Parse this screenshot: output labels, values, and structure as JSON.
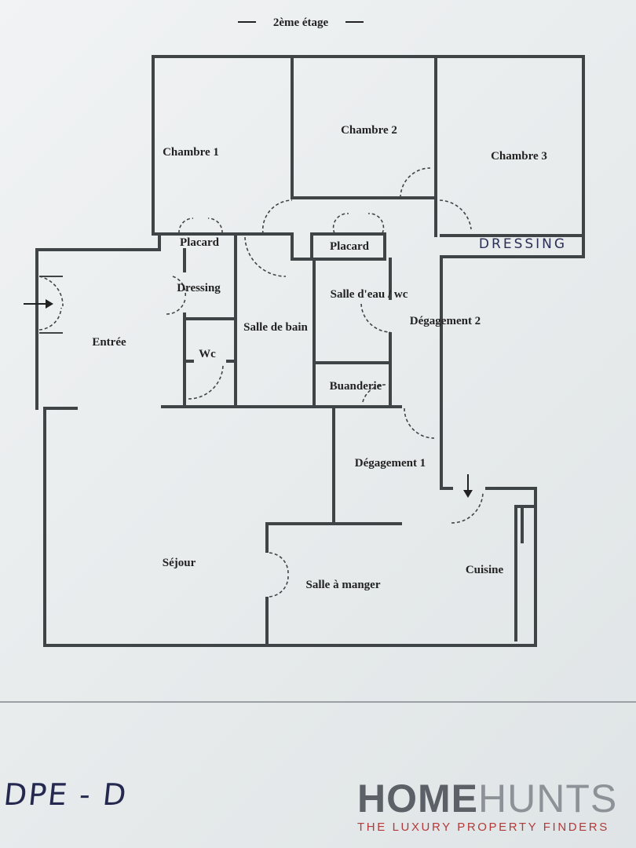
{
  "plan": {
    "floor_title": "2ème étage",
    "rooms": {
      "chambre1": "Chambre 1",
      "chambre2": "Chambre 2",
      "chambre3": "Chambre 3",
      "dressing_hand": "DRESSING",
      "placard_left": "Placard",
      "placard_right": "Placard",
      "dressing": "Dressing",
      "salle_eau": "Salle d'eau / wc",
      "degagement2": "Dégagement 2",
      "entree": "Entrée",
      "salle_bain": "Salle de bain",
      "wc": "Wc",
      "buanderie": "Buanderie",
      "degagement1": "Dégagement 1",
      "sejour": "Séjour",
      "salle_manger": "Salle à manger",
      "cuisine": "Cuisine"
    }
  },
  "footer": {
    "dpe": "DPE - D",
    "brand_home": "HOME",
    "brand_hunts": "HUNTS",
    "tagline": "THE LUXURY PROPERTY FINDERS"
  }
}
